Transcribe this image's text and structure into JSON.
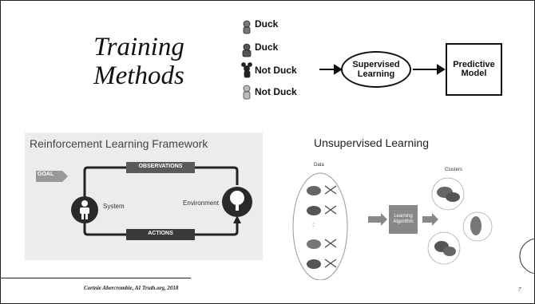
{
  "title": {
    "line1": "Training",
    "line2": "Methods"
  },
  "supervised": {
    "inputs": [
      "Duck",
      "Duck",
      "Not Duck",
      "Not Duck"
    ],
    "process": "Supervised Learning",
    "output": "Predictive Model"
  },
  "reinforcement": {
    "title": "Reinforcement Learning Framework",
    "goal": "GOAL",
    "observations": "OBSERVATIONS",
    "actions": "ACTIONS",
    "system": "System",
    "environment": "Environment"
  },
  "unsupervised": {
    "title": "Unsupervised Learning",
    "data_label": "Data",
    "dots": ":",
    "clusters_label": "Clusters",
    "algorithm": "Learning Algorithm"
  },
  "footer": {
    "credit": "Cortnie Abercrombie, AI Truth.org, 2018",
    "page": "7"
  }
}
